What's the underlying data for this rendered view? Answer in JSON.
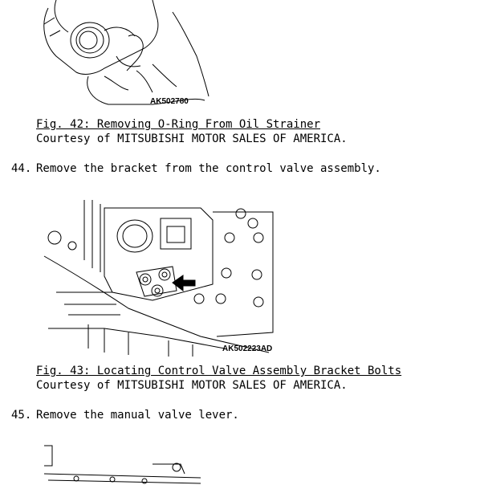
{
  "fig42": {
    "image_code": "AK502780",
    "title": "Fig. 42: Removing O-Ring From Oil Strainer",
    "credit": "Courtesy of MITSUBISHI MOTOR SALES OF AMERICA."
  },
  "step44": {
    "number": "44.",
    "text": "Remove the bracket from the control valve assembly."
  },
  "fig43": {
    "image_code": "AK502223AD",
    "title": "Fig. 43: Locating Control Valve Assembly Bracket Bolts",
    "credit": "Courtesy of MITSUBISHI MOTOR SALES OF AMERICA."
  },
  "step45": {
    "number": "45.",
    "text": "Remove the manual valve lever."
  }
}
